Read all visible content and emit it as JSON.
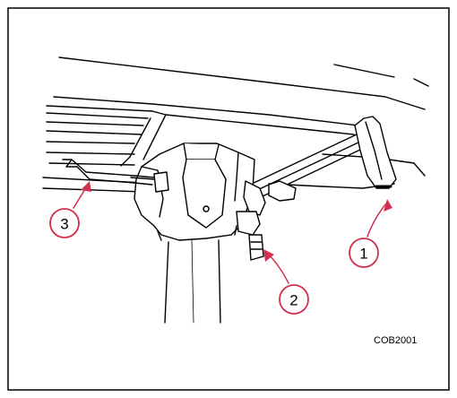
{
  "figure_code": "COB2001",
  "callouts": [
    {
      "label": "1"
    },
    {
      "label": "2"
    },
    {
      "label": "3"
    }
  ],
  "colors": {
    "callout": "#d1304f",
    "line": "#000000",
    "background": "#ffffff"
  }
}
